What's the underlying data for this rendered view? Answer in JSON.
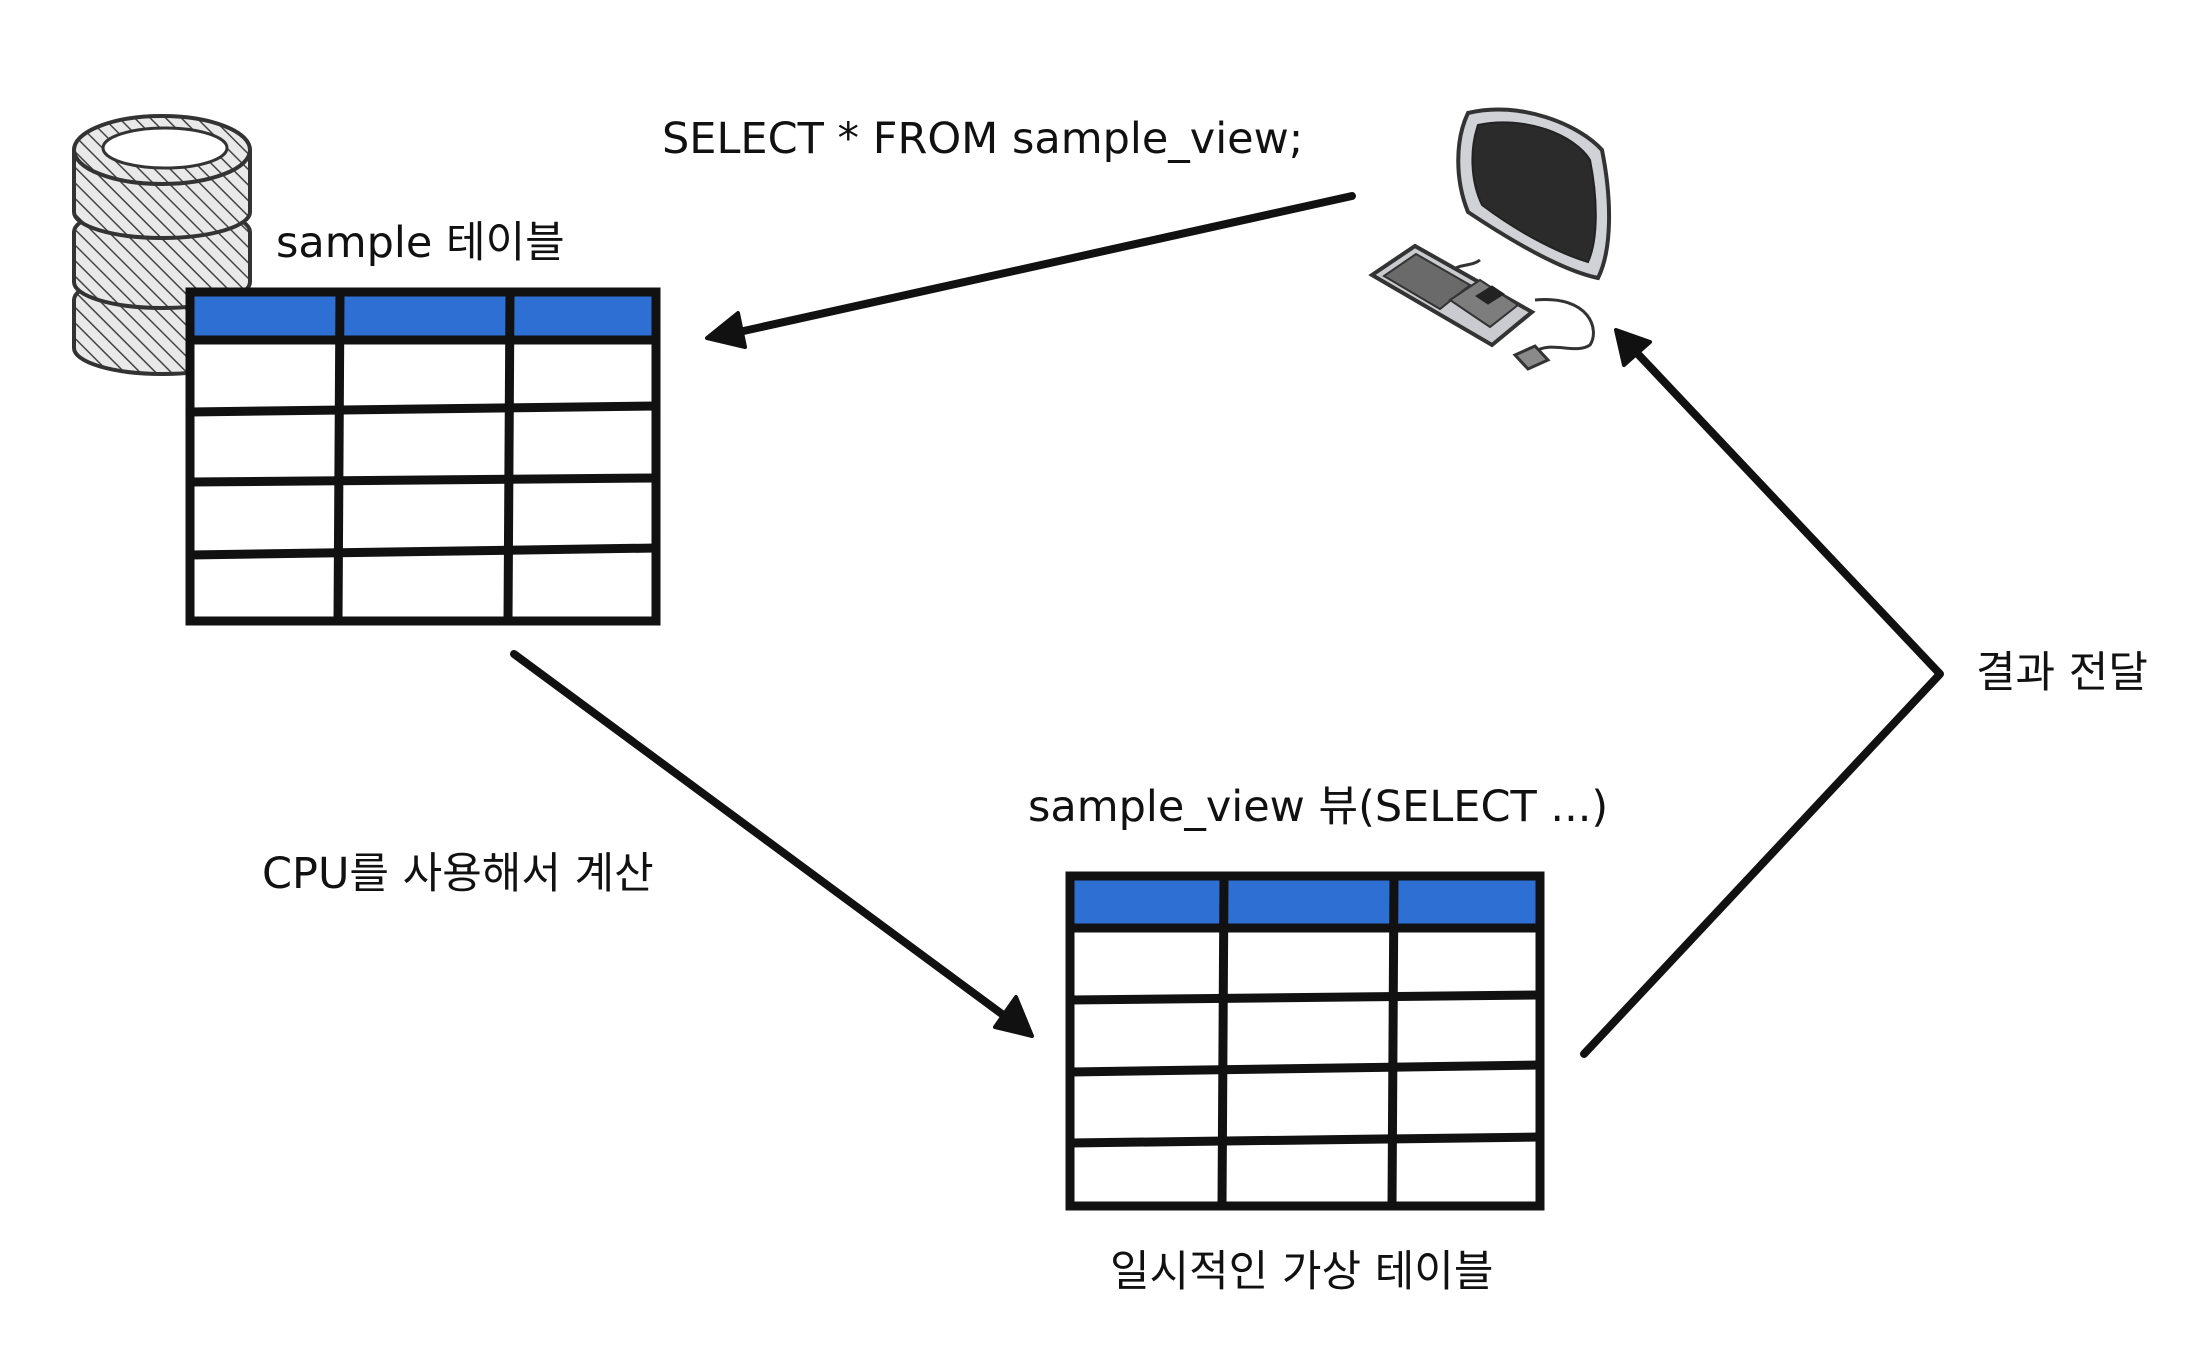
{
  "labels": {
    "query": "SELECT * FROM sample_view;",
    "source_table": "sample 테이블",
    "compute": "CPU를 사용해서 계산",
    "view_title": "sample_view 뷰(SELECT ...)",
    "virtual_table": "일시적인 가상 테이블",
    "result": "결과 전달"
  },
  "colors": {
    "header": "#2e6fd4",
    "ink": "#111111",
    "screen": "#2b2b2b",
    "case": "#d0d2d6"
  },
  "icons": {
    "database": "database-icon",
    "computer": "computer-icon"
  }
}
